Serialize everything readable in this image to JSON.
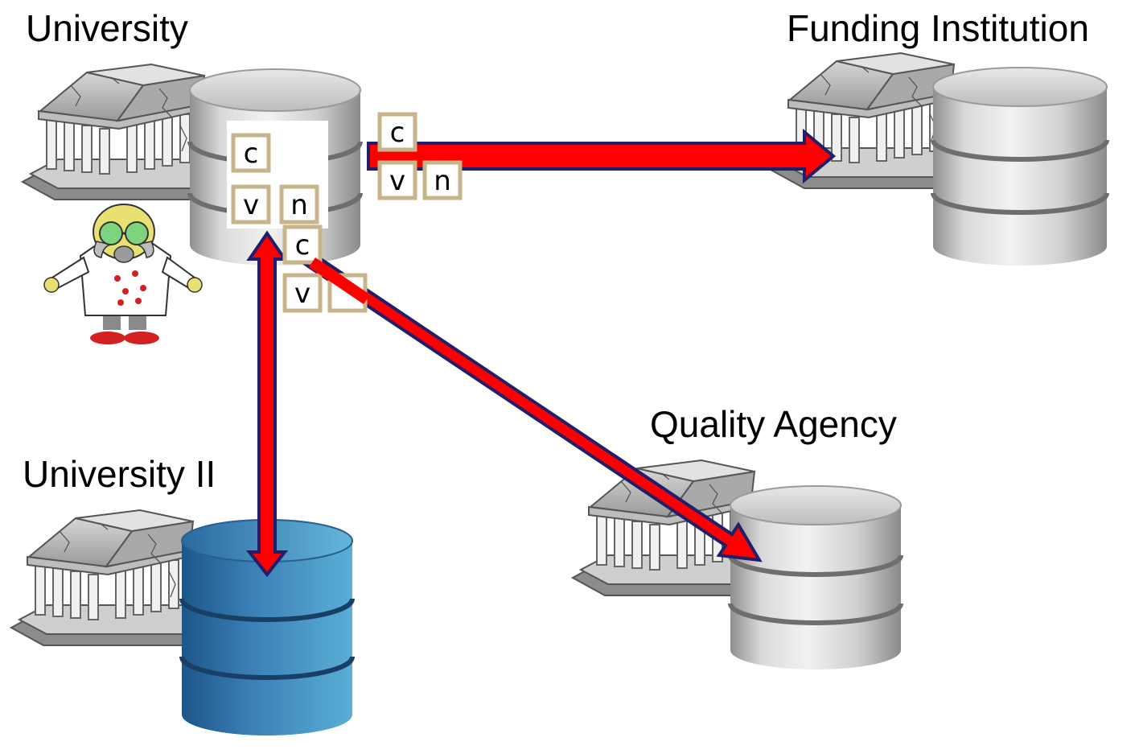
{
  "nodes": {
    "university": {
      "label": "University"
    },
    "funding_institution": {
      "label": "Funding Institution"
    },
    "quality_agency": {
      "label": "Quality Agency"
    },
    "university_ii": {
      "label": "University II"
    }
  },
  "record_letters": {
    "c": "c",
    "v": "v",
    "n": "n"
  },
  "colors": {
    "arrow_fill": "#ff0000",
    "arrow_outline": "#1f1f6b",
    "database_grey": "#c8c8c8",
    "database_blue": "#2e6fa6",
    "tile_border": "#c8b48a"
  }
}
